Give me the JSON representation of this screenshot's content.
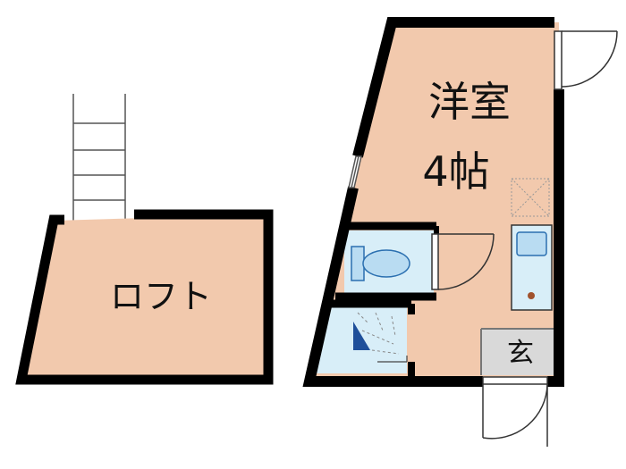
{
  "rooms": {
    "western_room": {
      "line1": "洋室",
      "line2": "4帖"
    },
    "loft": {
      "label": "ロフト"
    },
    "entrance": {
      "label": "玄"
    }
  },
  "colors": {
    "floor": "#f2c9ad",
    "wet_area": "#d8eef8",
    "entrance_floor": "#d9d9d9",
    "wall": "#000000",
    "fixture_blue": "#b9dcf2",
    "fixture_stroke": "#2a6fb0"
  }
}
